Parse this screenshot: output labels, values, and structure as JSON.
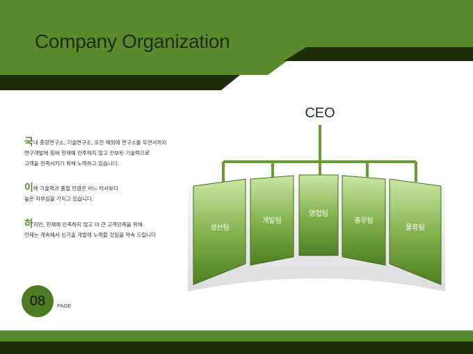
{
  "header": {
    "title": "Company Organization"
  },
  "paragraphs": [
    {
      "initial": "국",
      "lines": [
        "내 중앙연구소, 기술연구소, 또한 해외에 연구소를 두면서까지",
        "연구개발에 힘써 현재에 안주하지 않고 진보된 기술력으로",
        "고객을 만족시키기 위해 노력하고 있습니다."
      ]
    },
    {
      "initial": "이",
      "lines": [
        "에 기술력과 품질 만큼은 어느 타사보다",
        "높은 자부심을 가지고 있습니다."
      ]
    },
    {
      "initial": "하",
      "lines": [
        "지만, 현재에 만족하지 않고 더 큰 고객만족을 위해",
        "언제는 계속해서 신기술 개발에 노력할 것임을 약속 드립니다"
      ]
    }
  ],
  "org": {
    "root": "CEO",
    "teams": [
      "생산팀",
      "개발팀",
      "영업팀",
      "총무팀",
      "물류팀"
    ]
  },
  "footer": {
    "page_number": "08",
    "page_label": "PAGE"
  },
  "colors": {
    "dark_green": "#2d4a12",
    "mid_green": "#5a8a2a",
    "light_green": "#c8e6a0",
    "accent": "#4d7a22"
  }
}
